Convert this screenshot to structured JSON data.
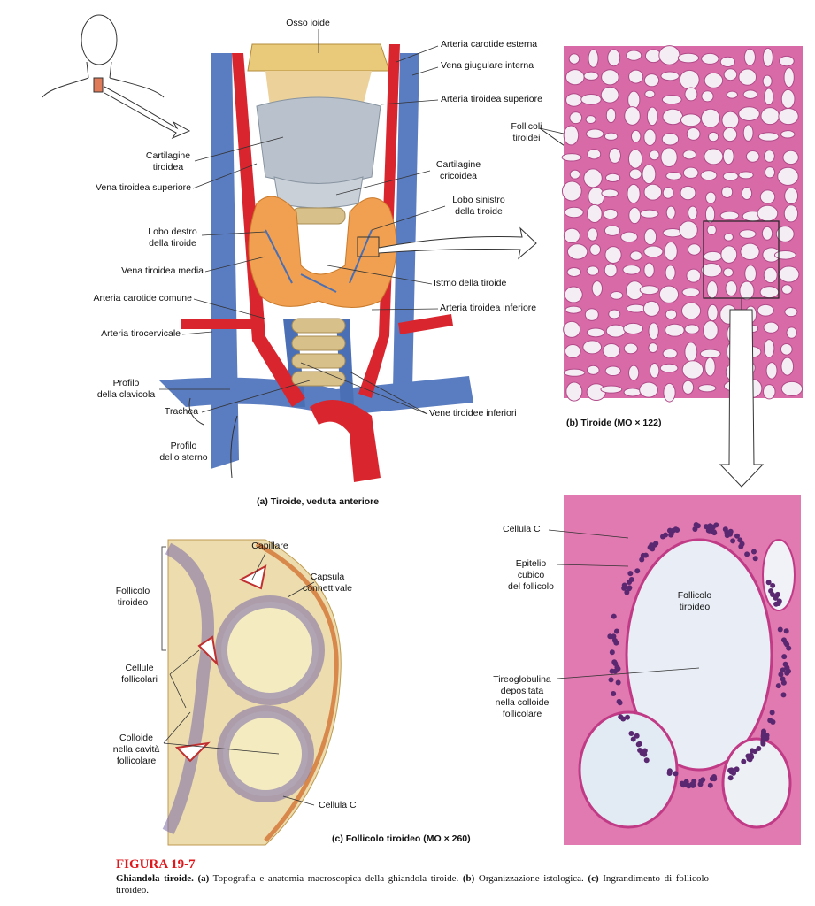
{
  "panel_a": {
    "caption": "(a)  Tiroide, veduta anteriore",
    "labels": {
      "osso_ioide": "Osso ioide",
      "arteria_carotide_esterna": "Arteria carotide esterna",
      "vena_giugulare_interna": "Vena giugulare interna",
      "arteria_tiroidea_superiore": "Arteria tiroidea superiore",
      "cartilagine_tiroidea": "Cartilagine\ntiroidea",
      "vena_tiroidea_superiore": "Vena tiroidea superiore",
      "cartilagine_cricoidea": "Cartilagine\ncricoidea",
      "lobo_sinistro": "Lobo sinistro\ndella tiroide",
      "lobo_destro": "Lobo destro\ndella tiroide",
      "vena_tiroidea_media": "Vena tiroidea media",
      "istmo": "Istmo della tiroide",
      "arteria_carotide_comune": "Arteria carotide comune",
      "arteria_tiroidea_inferiore": "Arteria tiroidea inferiore",
      "arteria_tirocervicale": "Arteria tirocervicale",
      "profilo_clavicola": "Profilo\ndella clavicola",
      "trachea": "Trachea",
      "vene_tiroidee_inferiori": "Vene tiroidee inferiori",
      "profilo_sterno": "Profilo\ndello sterno"
    }
  },
  "panel_b": {
    "caption": "(b)  Tiroide (MO × 122)",
    "labels": {
      "follicoli_tiroidei": "Follicoli\ntiroidei"
    }
  },
  "panel_c": {
    "caption": "(c)  Follicolo tiroideo (MO × 260)",
    "labels": {
      "capillare": "Capillare",
      "capsula": "Capsula\nconnettivale",
      "follicolo": "Follicolo\ntiroideo",
      "cellule_follicolari": "Cellule\nfollicolari",
      "colloide": "Colloide\nnella cavità\nfollicolare",
      "cellula_c": "Cellula C"
    }
  },
  "micrograph": {
    "labels": {
      "cellula_c": "Cellula C",
      "epitelio": "Epitelio\ncubico\ndel follicolo",
      "follicolo": "Follicolo\ntiroideo",
      "tireoglobulina": "Tireoglobulina\ndepositata\nnella colloide\nfollicolare"
    }
  },
  "figure": {
    "title": "FIGURA  19-7",
    "bold_lead": "Ghiandola tiroide.",
    "a_tag": "(a)",
    "a_text": " Topografia e anatomia macroscopica della ghiandola tiroide. ",
    "b_tag": "(b)",
    "b_text": " Organizzazione istologica. ",
    "c_tag": "(c)",
    "c_text": " Ingrandimento di follicolo tiroideo."
  },
  "colors": {
    "artery": "#d9262e",
    "vein": "#4a6fb5",
    "cartilage": "#b9c2cc",
    "thyroid": "#f0a050",
    "stain": "#d96aa8",
    "title": "#e0161b"
  }
}
